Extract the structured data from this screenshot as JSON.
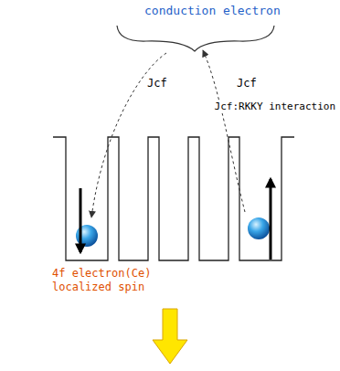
{
  "diagram": {
    "labels": [
      "conduction electron",
      "Jcf",
      "Jcf",
      "Jcf:RKKY interaction",
      "4f electron(Ce) localized spin"
    ]
  }
}
